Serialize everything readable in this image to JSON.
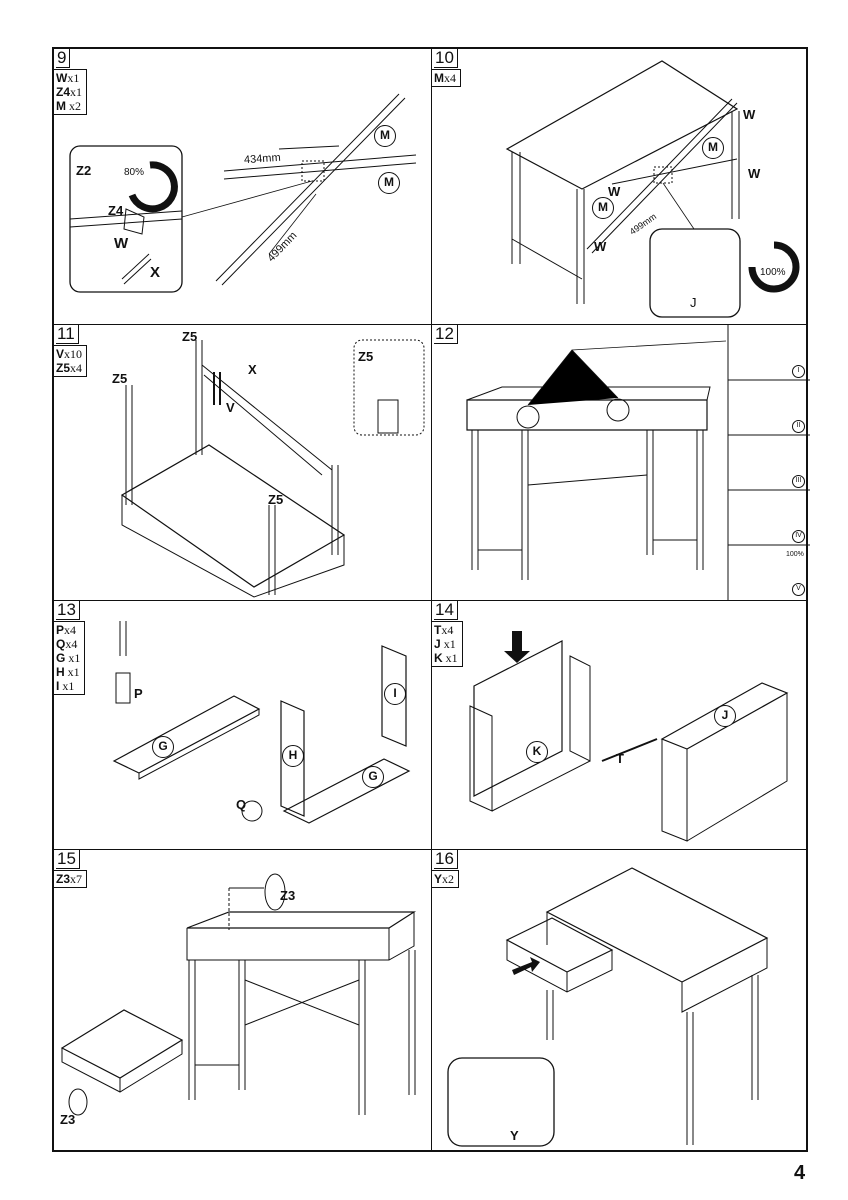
{
  "page_number": "4",
  "steps": [
    {
      "number": "9",
      "parts": [
        {
          "code": "W",
          "qty": "x1"
        },
        {
          "code": "Z4",
          "qty": "x1"
        },
        {
          "code": "M",
          "qty": " x2"
        }
      ],
      "labels": {
        "dim1": "434mm",
        "dim2": "499mm",
        "m": "M",
        "z2": "Z2",
        "z4": "Z4",
        "w": "W",
        "x": "X",
        "pct": "80%"
      }
    },
    {
      "number": "10",
      "parts": [
        {
          "code": "M",
          "qty": "x4"
        }
      ],
      "labels": {
        "w": "W",
        "m": "M",
        "dim": "499mm",
        "j": "J",
        "pct": "100%"
      }
    },
    {
      "number": "11",
      "parts": [
        {
          "code": "V",
          "qty": "x10"
        },
        {
          "code": "Z5",
          "qty": "x4"
        }
      ],
      "labels": {
        "z5": "Z5",
        "x": "X",
        "v": "V"
      }
    },
    {
      "number": "12",
      "parts": [],
      "labels": {
        "r1": "I",
        "r2": "II",
        "r3": "III",
        "r4": "IV",
        "r5": "V",
        "pct": "100%"
      }
    },
    {
      "number": "13",
      "parts": [
        {
          "code": "P",
          "qty": "x4"
        },
        {
          "code": "Q",
          "qty": "x4"
        },
        {
          "code": "G",
          "qty": " x1"
        },
        {
          "code": "H",
          "qty": " x1"
        },
        {
          "code": "I",
          "qty": " x1"
        }
      ],
      "labels": {
        "p": "P",
        "g": "G",
        "h": "H",
        "i": "I",
        "q": "Q"
      }
    },
    {
      "number": "14",
      "parts": [
        {
          "code": "T",
          "qty": "x4"
        },
        {
          "code": "J",
          "qty": " x1"
        },
        {
          "code": "K",
          "qty": " x1"
        }
      ],
      "labels": {
        "k": "K",
        "t": "T",
        "j": "J"
      }
    },
    {
      "number": "15",
      "parts": [
        {
          "code": "Z3",
          "qty": "x7"
        }
      ],
      "labels": {
        "z3": "Z3"
      }
    },
    {
      "number": "16",
      "parts": [
        {
          "code": "Y",
          "qty": "x2"
        }
      ],
      "labels": {
        "y": "Y"
      }
    }
  ]
}
